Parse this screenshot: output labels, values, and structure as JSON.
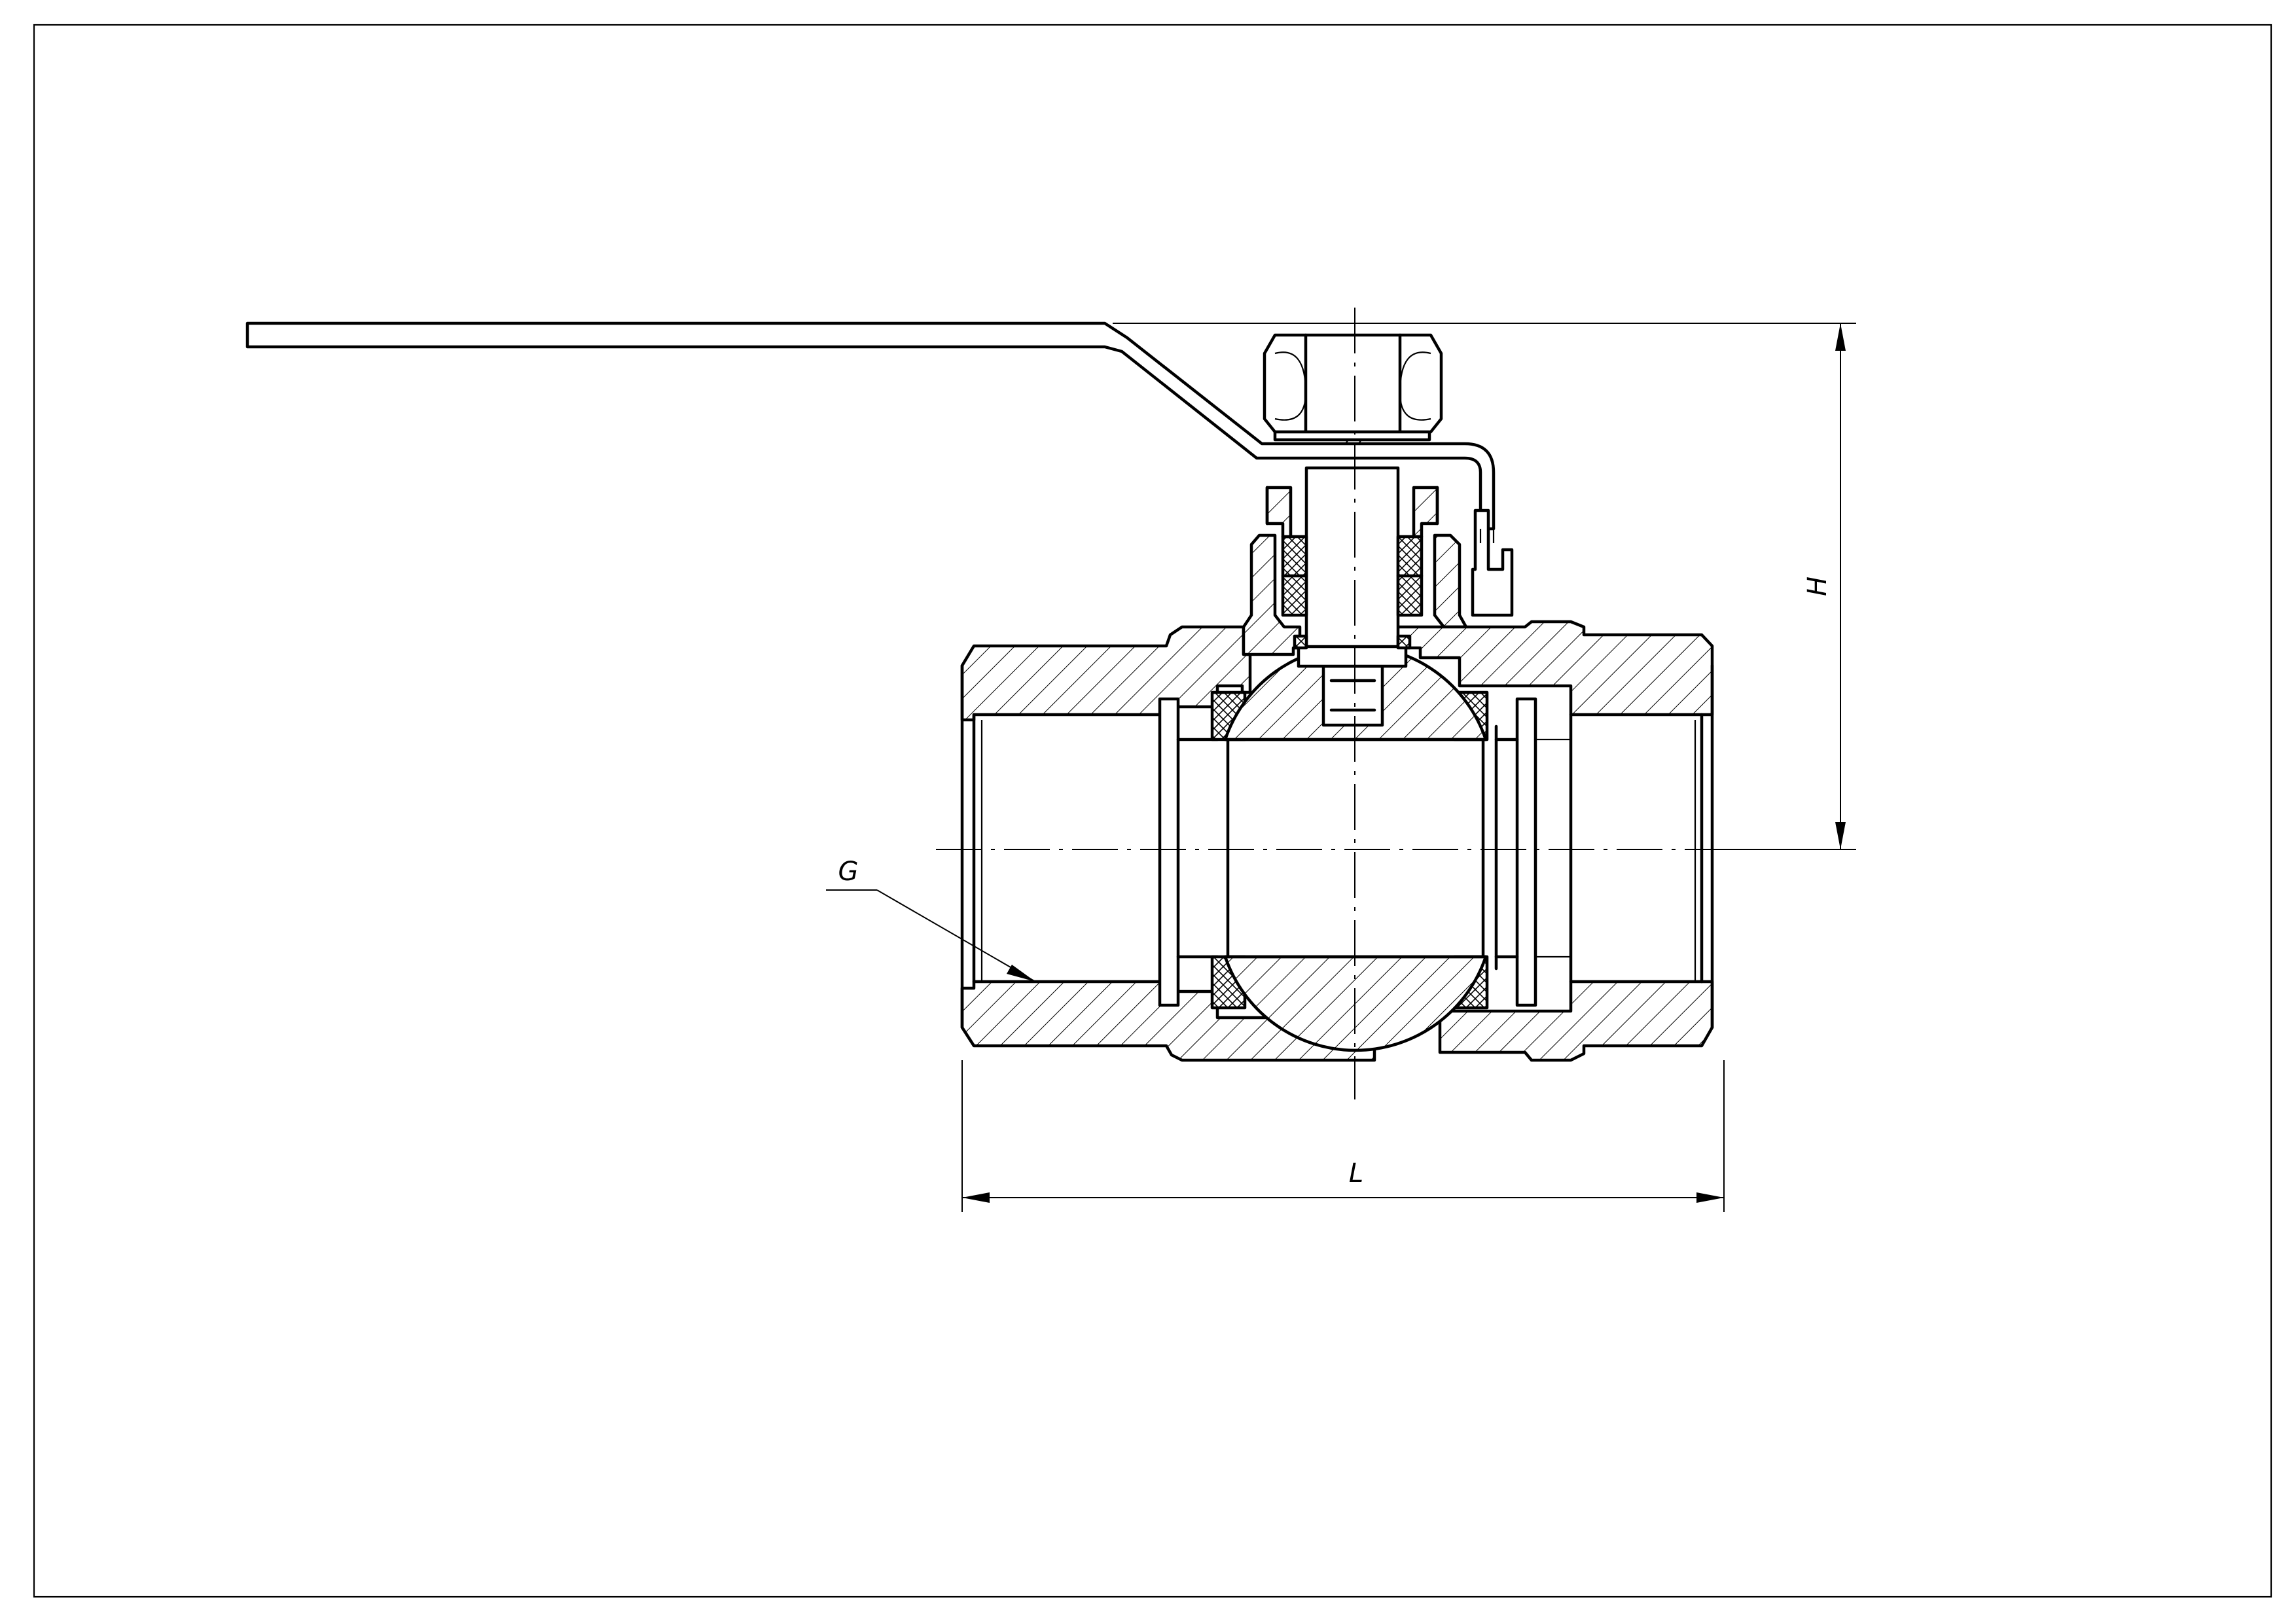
{
  "drawing": {
    "subject": "ball-valve-sectional-view",
    "labels": {
      "thread": "G",
      "length": "L",
      "height": "H"
    }
  }
}
